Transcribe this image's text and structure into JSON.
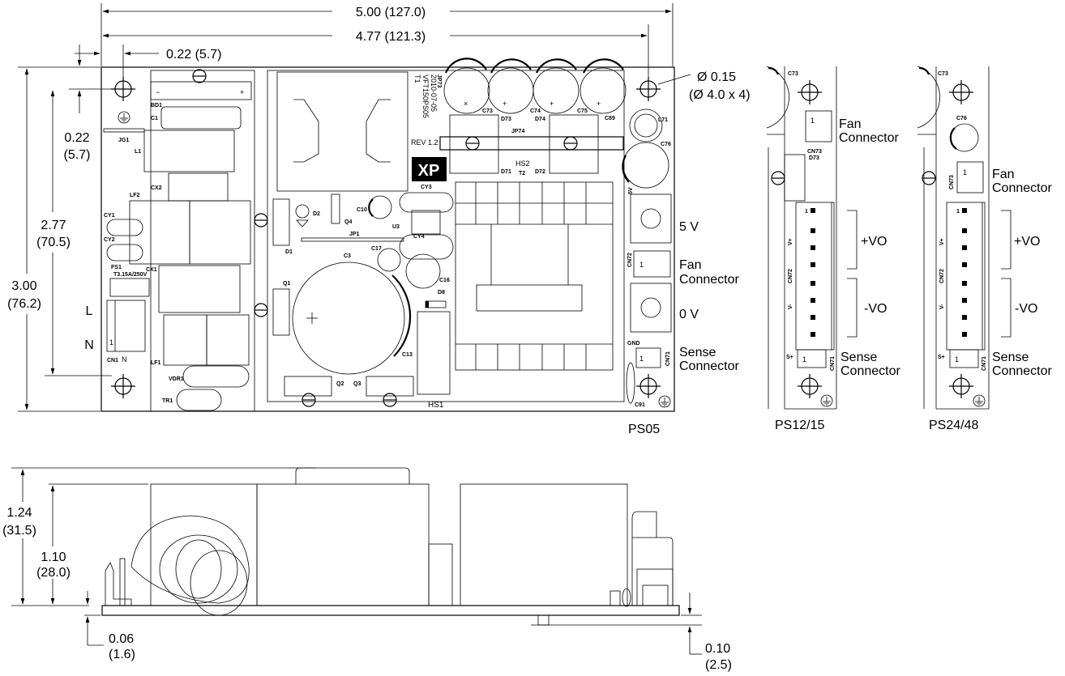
{
  "dimensions": {
    "overall_length": "5.00 (127.0)",
    "hole_spacing_length": "4.77 (121.3)",
    "hole_offset_x": "0.22 (5.7)",
    "hole_offset_y_in": "0.22",
    "hole_offset_y_mm": "(5.7)",
    "hole_spacing_width_in": "2.77",
    "hole_spacing_width_mm": "(70.5)",
    "overall_width_in": "3.00",
    "overall_width_mm": "(76.2)",
    "hole_dia_in": "Ø 0.15",
    "hole_dia_mm": "(Ø 4.0 x 4)",
    "max_height_in": "1.24",
    "max_height_mm": "(31.5)",
    "body_height_in": "1.10",
    "body_height_mm": "(28.0)",
    "pcb_thickness_in": "0.06",
    "pcb_thickness_mm": "(1.6)",
    "pin_length_in": "0.10",
    "pin_length_mm": "(2.5)"
  },
  "input_labels": {
    "line": "L",
    "neutral": "N"
  },
  "ps05": {
    "title": "PS05",
    "v5_label": "5 V",
    "v0_label": "0 V",
    "fan_label_1": "Fan",
    "fan_label_2": "Connector",
    "sense_label_1": "Sense",
    "sense_label_2": "Connector"
  },
  "ps12_15": {
    "title": "PS12/15",
    "fan_label_1": "Fan",
    "fan_label_2": "Connector",
    "pos_label": "+VO",
    "neg_label": "-VO",
    "sense_label_1": "Sense",
    "sense_label_2": "Connector"
  },
  "ps24_48": {
    "title": "PS24/48",
    "fan_label_1": "Fan",
    "fan_label_2": "Connector",
    "pos_label": "+VO",
    "neg_label": "-VO",
    "sense_label_1": "Sense",
    "sense_label_2": "Connector"
  },
  "silkscreen": {
    "logo": "XP",
    "model": "VFT150PS05",
    "date": "2010-07-05",
    "rev": "REV 1.2",
    "fuse": "T3.15A/250V",
    "bd1": "BD1",
    "c1": "C1",
    "jg1": "JG1",
    "l1": "L1",
    "cx2": "CX2",
    "lf2": "LF2",
    "cy1": "CY1",
    "cy2": "CY2",
    "fs1": "FS1",
    "cx1": "CX1",
    "cn1": "CN1",
    "lf1": "LF1",
    "vdr1": "VDR1",
    "tr1": "TR1",
    "d1": "D1",
    "q1": "Q1",
    "d2": "D2",
    "q4": "Q4",
    "c10": "C10",
    "u3": "U3",
    "cy3": "CY3",
    "cy4": "CY4",
    "jp1": "JP1",
    "c17": "C17",
    "c3": "C3",
    "c16": "C16",
    "d8": "D8",
    "c13": "C13",
    "q2": "Q2",
    "q3": "Q3",
    "hs1": "HS1",
    "t1": "T1",
    "jp73": "JP73",
    "c73": "C73",
    "c74": "C74",
    "c75": "C75",
    "c89": "C89",
    "d73": "D73",
    "d74": "D74",
    "jp74": "JP74",
    "hs2": "HS2",
    "d71": "D71",
    "d72": "D72",
    "t2": "T2",
    "l71": "L71",
    "c76": "C76",
    "v5": "5V",
    "cn72": "CN72",
    "cn71": "CN71",
    "gnd": "GND",
    "c91": "C91",
    "cn73": "CN73",
    "vplus": "V+",
    "vminus": "V-",
    "splus": "S+",
    "pin1": "1"
  }
}
